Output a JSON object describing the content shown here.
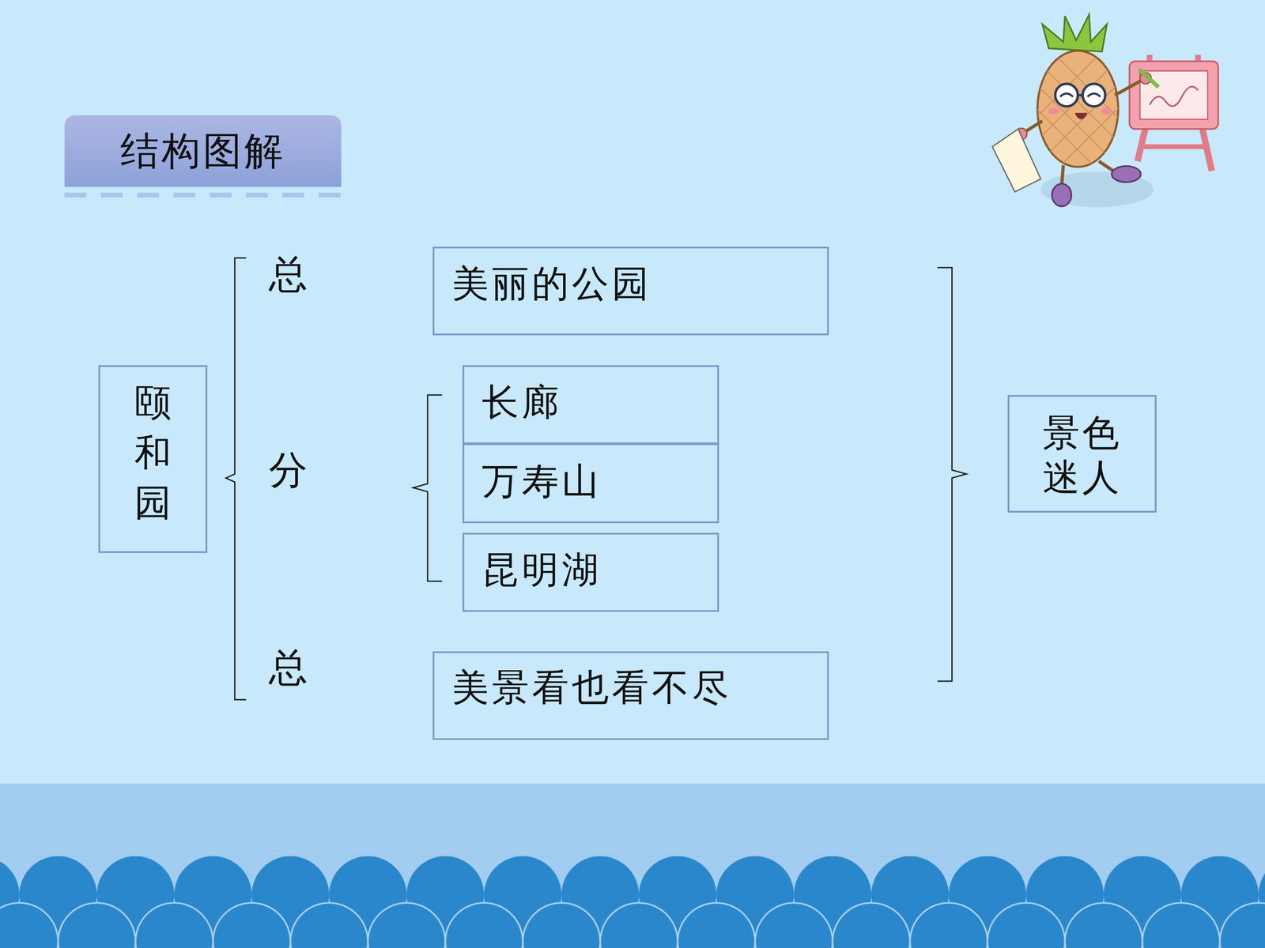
{
  "diagram": {
    "title": "结构图解",
    "nodes": [
      {
        "text": [
          "颐和园"
        ]
      },
      {
        "text": [
          "美丽的公园"
        ]
      },
      {
        "text": [
          "长廊"
        ]
      },
      {
        "text": [
          "万寿山"
        ]
      },
      {
        "text": [
          "昆明湖"
        ]
      },
      {
        "text": [
          "美景看也看不尽"
        ]
      },
      {
        "text": [
          "景色迷人"
        ]
      }
    ],
    "labels": [
      "总",
      "分",
      "总"
    ]
  }
}
